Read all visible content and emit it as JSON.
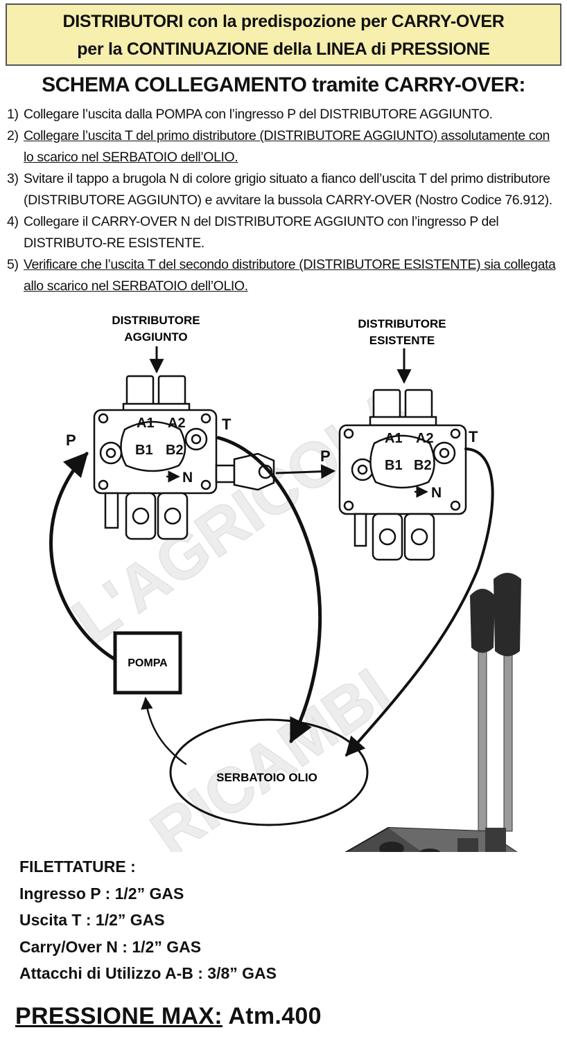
{
  "banner": {
    "line1": "DISTRIBUTORI con la predispozione per CARRY-OVER",
    "line2": "per la CONTINUAZIONE della LINEA di PRESSIONE"
  },
  "subtitle": "SCHEMA COLLEGAMENTO tramite CARRY-OVER:",
  "steps": [
    {
      "num": "1)",
      "text": "Collegare l’uscita dalla POMPA con l’ingresso P del DISTRIBUTORE AGGIUNTO."
    },
    {
      "num": "2)",
      "text": "Collegare l’uscita T del primo distributore (DISTRIBUTORE AGGIUNTO) assolutamente con lo scarico nel SERBATOIO dell’OLIO."
    },
    {
      "num": "3)",
      "text": "Svitare il tappo a brugola N di colore grigio situato a fianco dell’uscita T del primo distributore (DISTRIBUTORE AGGIUNTO) e avvitare la bussola CARRY-OVER (Nostro Codice 76.912)."
    },
    {
      "num": "4)",
      "text": "Collegare il CARRY-OVER N del DISTRIBUTORE AGGIUNTO con l’ingresso P del DISTRIBUTO-RE ESISTENTE."
    },
    {
      "num": "5)",
      "text": "Verificare che l’uscita T del secondo distributore (DISTRIBUTORE ESISTENTE) sia collegata allo scarico nel SERBATOIO dell’OLIO."
    }
  ],
  "diagram": {
    "dist1_label_1": "DISTRIBUTORE",
    "dist1_label_2": "AGGIUNTO",
    "dist2_label_1": "DISTRIBUTORE",
    "dist2_label_2": "ESISTENTE",
    "port_p": "P",
    "port_t": "T",
    "port_a1": "A1",
    "port_a2": "A2",
    "port_b1": "B1",
    "port_b2": "B2",
    "port_n": "N",
    "pump": "POMPA",
    "tank": "SERBATOIO OLIO"
  },
  "threads": {
    "title": "FILETTATURE :",
    "items": [
      "Ingresso P : 1/2” GAS",
      "Uscita T : 1/2” GAS",
      "Carry/Over N : 1/2” GAS",
      "Attacchi di Utilizzo A-B : 3/8” GAS"
    ]
  },
  "pressure": {
    "label": "PRESSIONE MAX:",
    "value": "Atm.400"
  },
  "watermark": "L'AGRICOLA RICAMBI",
  "colors": {
    "banner_bg": "#f6efad",
    "ink": "#111111"
  }
}
